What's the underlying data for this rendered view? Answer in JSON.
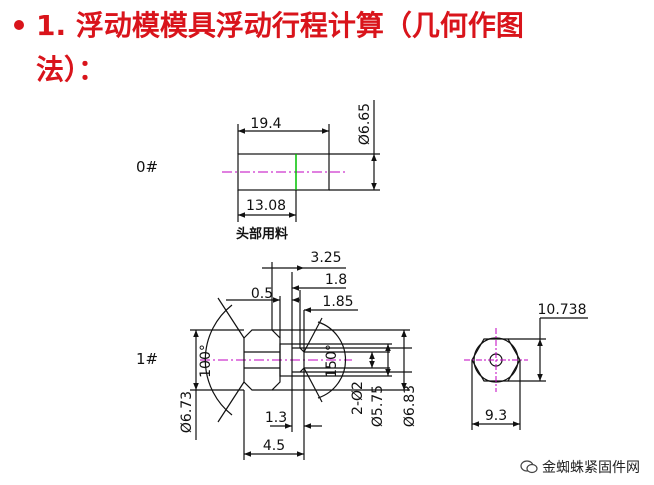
{
  "title": {
    "line1": "1. 浮动模模具浮动行程计算（几何作图",
    "line2": "法）："
  },
  "blank": {
    "label": "0#",
    "caption": "头部用料",
    "dims": {
      "length": "19.4",
      "diameter": "Ø6.65",
      "lower": "13.08"
    }
  },
  "part": {
    "label": "1#",
    "dims": {
      "d325": "3.25",
      "d18": "1.8",
      "d05": "0.5",
      "d185": "1.85",
      "angle100": "100°",
      "angle150": "150°",
      "d673": "Ø6.73",
      "d13": "1.3",
      "d45": "4.5",
      "d2phi2": "2-Ø2",
      "d575": "Ø5.75",
      "d683": "Ø6.83"
    }
  },
  "endview": {
    "dims": {
      "d10738": "10.738",
      "d93": "9.3"
    }
  },
  "watermark": {
    "text": "金蜘蛛紧固件网",
    "icon": "wechat-icon"
  },
  "colors": {
    "title": "#d9141b",
    "line": "#111111",
    "center": "#c000c0",
    "mark": "#00c000"
  }
}
